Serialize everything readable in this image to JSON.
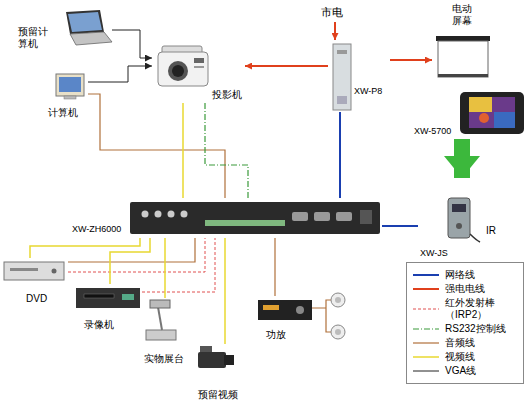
{
  "diagram": {
    "nodes": [
      {
        "text": [
          "预留计 算机"
        ]
      },
      {
        "text": [
          "计算机"
        ]
      },
      {
        "text": [
          "投影机"
        ]
      },
      {
        "text": [
          "市电"
        ]
      },
      {
        "text": [
          "XW-P8"
        ]
      },
      {
        "text": [
          "电动 屏幕"
        ]
      },
      {
        "text": [
          "XW-5700"
        ]
      },
      {
        "text": [
          "XW-ZH6000"
        ]
      },
      {
        "text": [
          "XW-JS"
        ]
      },
      {
        "text": [
          "DVD"
        ]
      },
      {
        "text": [
          "录像机"
        ]
      },
      {
        "text": [
          "实物展台"
        ]
      },
      {
        "text": [
          "功放"
        ]
      },
      {
        "text": [
          "预留视频"
        ]
      }
    ],
    "edges": [
      {
        "from": 0,
        "to": 2,
        "arrow": "to"
      },
      {
        "from": 1,
        "to": 2,
        "arrow": "to"
      },
      {
        "from": 1,
        "to": 7,
        "arrow": "none"
      },
      {
        "from": 3,
        "to": 4,
        "arrow": "to"
      },
      {
        "from": 4,
        "to": 2,
        "arrow": "to"
      },
      {
        "from": 4,
        "to": 5,
        "arrow": "to"
      },
      {
        "from": 4,
        "to": 7,
        "arrow": "none"
      },
      {
        "from": 7,
        "to": 2,
        "arrow": "none"
      },
      {
        "from": 7,
        "to": 2,
        "arrow": "none"
      },
      {
        "from": 6,
        "to": 8,
        "arrow": "to"
      },
      {
        "from": 8,
        "to": 7,
        "arrow": "none"
      },
      {
        "from": 9,
        "to": 7,
        "arrow": "none"
      },
      {
        "from": 9,
        "to": 7,
        "arrow": "none"
      },
      {
        "from": 9,
        "to": 7,
        "arrow": "none"
      },
      {
        "from": 10,
        "to": 7,
        "arrow": "none"
      },
      {
        "from": 10,
        "to": 7,
        "arrow": "none"
      },
      {
        "from": 11,
        "to": 7,
        "arrow": "none"
      },
      {
        "from": 13,
        "to": 7,
        "arrow": "none"
      },
      {
        "from": 7,
        "to": 12,
        "arrow": "none"
      }
    ],
    "labels": [
      "IR"
    ],
    "legend": [
      {
        "text": "网络线"
      },
      {
        "text": "强电电线"
      },
      {
        "text": "红外发射棒 （IRP2）"
      },
      {
        "text": "RS232控制线"
      },
      {
        "text": "音频线"
      },
      {
        "text": "视频线"
      },
      {
        "text": "VGA线"
      }
    ]
  }
}
